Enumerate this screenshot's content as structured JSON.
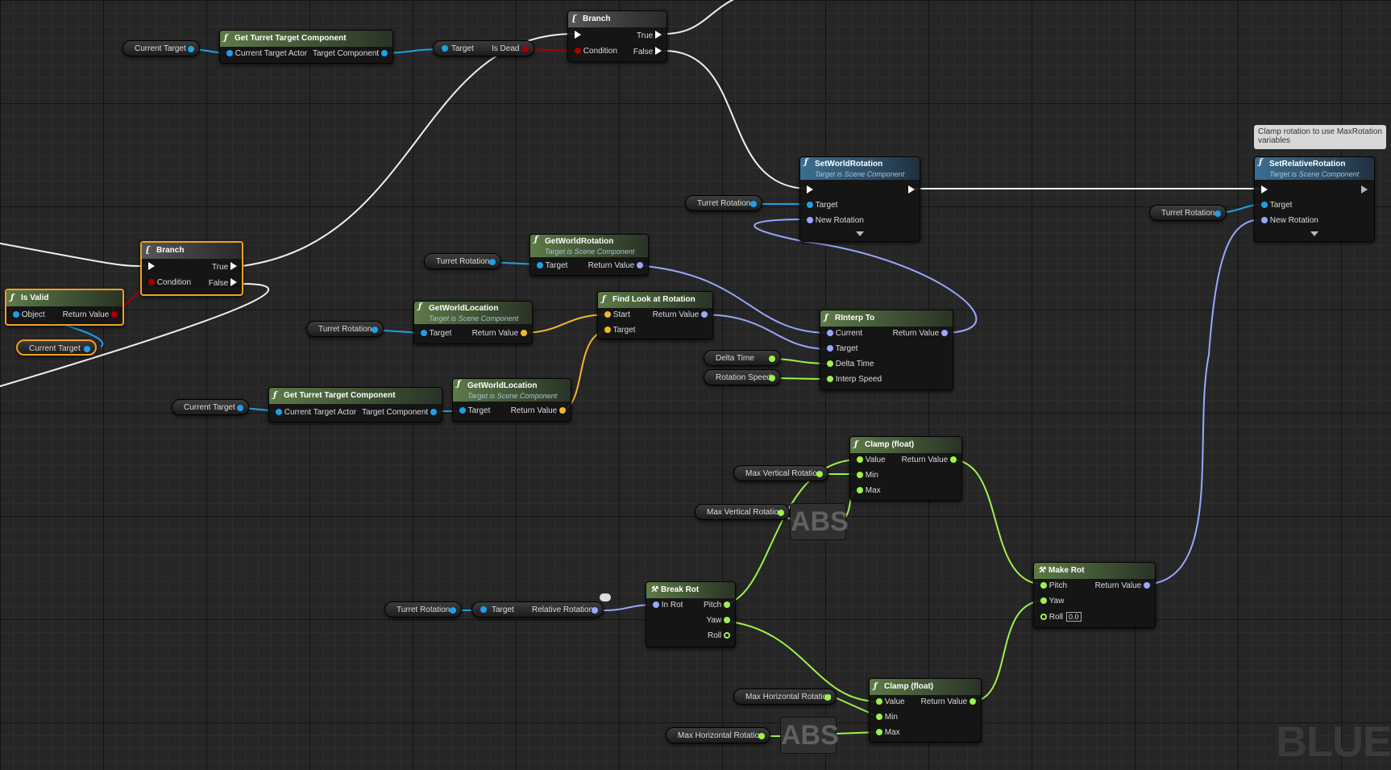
{
  "colors": {
    "exec": "#ffffff",
    "object": "#1ea0e6",
    "bool": "#a80000",
    "vector": "#f4b728",
    "rotator": "#9aa7ff",
    "float": "#9ef24a"
  },
  "watermark": "BLUE",
  "comment": "Clamp rotation to use MaxRotation variables",
  "nodes": {
    "get_turret_target_1": {
      "title": "Get Turret Target Component",
      "in": "Current Target Actor",
      "out": "Target Component"
    },
    "get_turret_target_2": {
      "title": "Get Turret Target Component",
      "in": "Current Target Actor",
      "out": "Target Component"
    },
    "is_dead": {
      "in": "Target",
      "out": "Is Dead"
    },
    "branch_top": {
      "title": "Branch",
      "condition": "Condition",
      "true": "True",
      "false": "False"
    },
    "branch_left": {
      "title": "Branch",
      "condition": "Condition",
      "true": "True",
      "false": "False"
    },
    "is_valid": {
      "title": "Is Valid",
      "in": "Object",
      "out": "Return Value"
    },
    "set_world_rotation": {
      "title": "SetWorldRotation",
      "subtitle": "Target is Scene Component",
      "target": "Target",
      "new_rotation": "New Rotation"
    },
    "set_relative_rotation": {
      "title": "SetRelativeRotation",
      "subtitle": "Target is Scene Component",
      "target": "Target",
      "new_rotation": "New Rotation"
    },
    "get_world_rotation": {
      "title": "GetWorldRotation",
      "subtitle": "Target is Scene Component",
      "in": "Target",
      "out": "Return Value"
    },
    "get_world_location_1": {
      "title": "GetWorldLocation",
      "subtitle": "Target is Scene Component",
      "in": "Target",
      "out": "Return Value"
    },
    "get_world_location_2": {
      "title": "GetWorldLocation",
      "subtitle": "Target is Scene Component",
      "in": "Target",
      "out": "Return Value"
    },
    "find_look_at": {
      "title": "Find Look at Rotation",
      "start": "Start",
      "target": "Target",
      "out": "Return Value"
    },
    "rinterp_to": {
      "title": "RInterp To",
      "current": "Current",
      "target": "Target",
      "delta_time": "Delta Time",
      "interp_speed": "Interp Speed",
      "out": "Return Value"
    },
    "clamp_1": {
      "title": "Clamp (float)",
      "value": "Value",
      "min": "Min",
      "max": "Max",
      "out": "Return Value"
    },
    "clamp_2": {
      "title": "Clamp (float)",
      "value": "Value",
      "min": "Min",
      "max": "Max",
      "out": "Return Value"
    },
    "make_rot": {
      "title": "Make Rot",
      "pitch": "Pitch",
      "yaw": "Yaw",
      "roll": "Roll",
      "roll_value": "0.0",
      "out": "Return Value"
    },
    "break_rot": {
      "title": "Break Rot",
      "in": "In Rot",
      "pitch": "Pitch",
      "yaw": "Yaw",
      "roll": "Roll"
    },
    "relative_rotation": {
      "in": "Target",
      "out": "Relative Rotation"
    },
    "abs_1": {
      "label": "ABS"
    },
    "abs_2": {
      "label": "ABS"
    }
  },
  "vars": {
    "current_target_1": "Current Target",
    "current_target_2": "Current Target",
    "current_target_3": "Current Target",
    "turret_rotation_1": "Turret Rotation",
    "turret_rotation_2": "Turret Rotation",
    "turret_rotation_3": "Turret Rotation",
    "turret_rotation_4": "Turret Rotation",
    "turret_rotation_5": "Turret Rotation",
    "delta_time": "Delta Time",
    "rotation_speed": "Rotation Speed",
    "max_vertical_1": "Max Vertical Rotation",
    "max_vertical_2": "Max Vertical Rotation",
    "max_horizontal_1": "Max Horizontal Rotation",
    "max_horizontal_2": "Max Horizontal Rotation"
  }
}
